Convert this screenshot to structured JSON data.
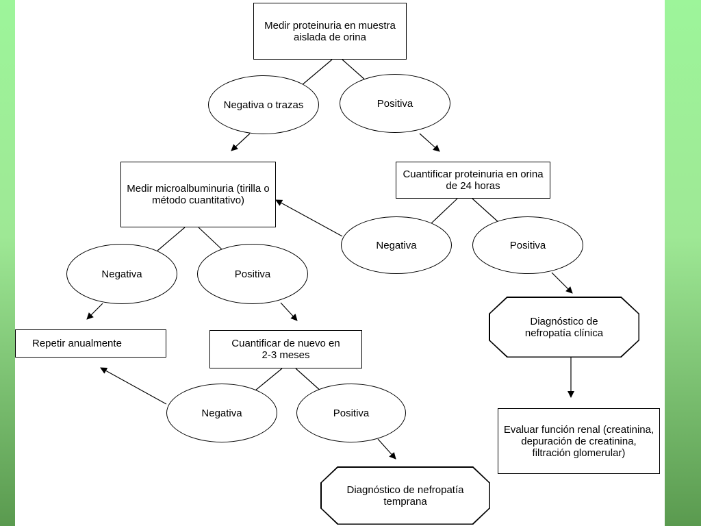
{
  "nodes": {
    "medir_proteinuria": "Medir proteinuria en muestra aislada de orina",
    "negativa_trazas": "Negativa o trazas",
    "positiva_1": "Positiva",
    "medir_microalbuminuria": "Medir microalbuminuria (tirilla o método cuantitativo)",
    "cuantificar_24h": "Cuantificar proteinuria en orina de 24 horas",
    "negativa_2": "Negativa",
    "positiva_2": "Positiva",
    "negativa_3": "Negativa",
    "positiva_3": "Positiva",
    "repetir_anualmente": "Repetir anualmente",
    "cuantificar_nuevo": "Cuantificar de nuevo en 2-3 meses",
    "diagnostico_clinica": "Diagnóstico de nefropatía clínica",
    "evaluar_funcion_renal": "Evaluar función renal (creatinina, depuración de creatinina, filtración glomerular)",
    "negativa_4": "Negativa",
    "positiva_4": "Positiva",
    "diagnostico_temprana": "Diagnóstico de nefropatía temprana"
  },
  "colors": {
    "side_panel": "#9df59a",
    "side_panel_dark": "#5a9a4f",
    "line": "#000000"
  }
}
